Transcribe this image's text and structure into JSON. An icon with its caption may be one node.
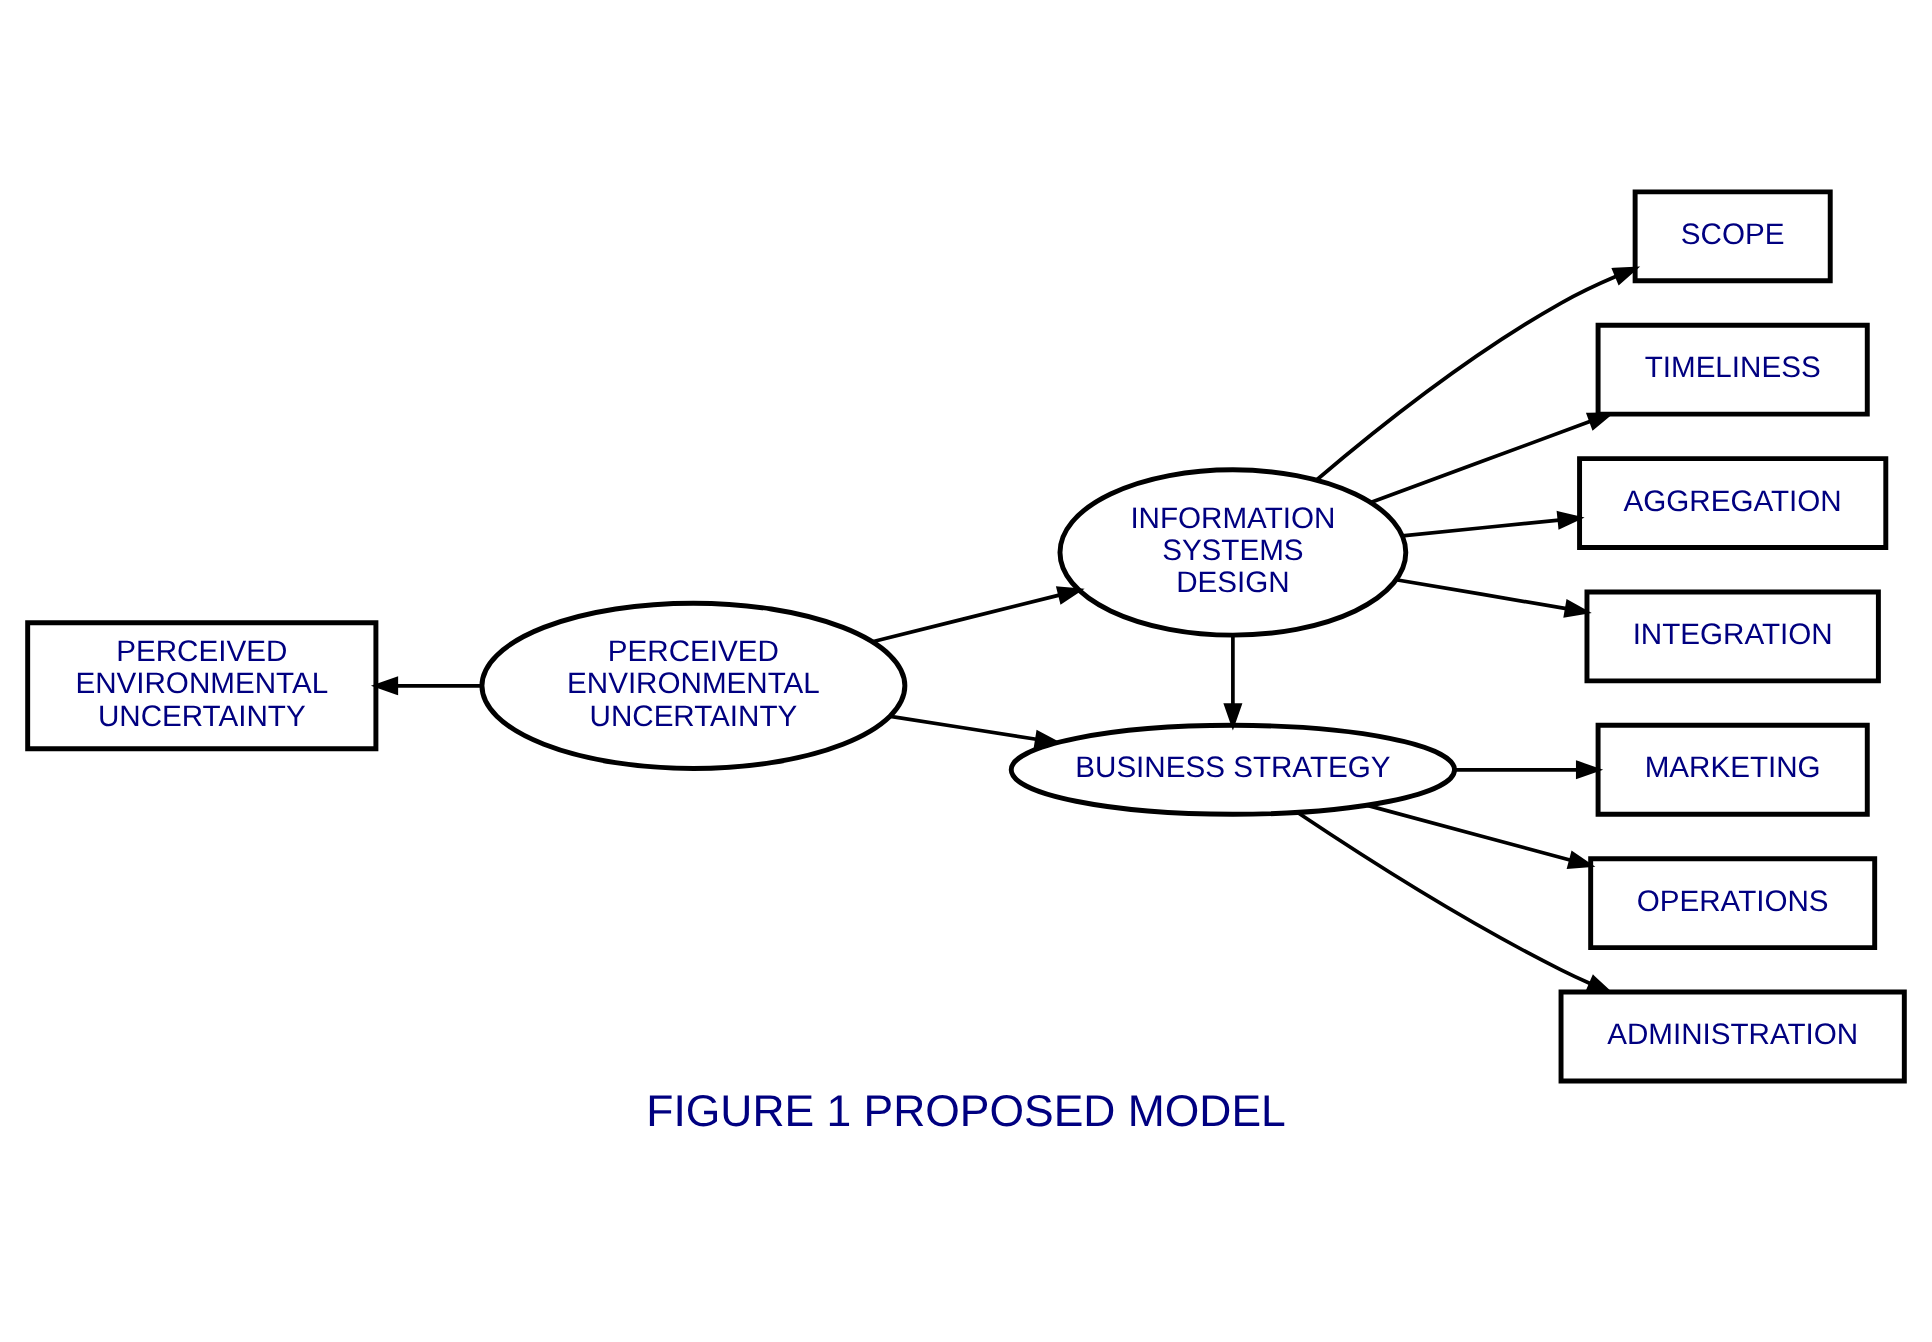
{
  "diagram": {
    "caption": "FIGURE 1 PROPOSED MODEL",
    "nodes": [
      {
        "text": [
          "PERCEIVED ENVIRONMENTAL UNCERTAINTY"
        ]
      },
      {
        "text": [
          "PERCEIVED ENVIRONMENTAL UNCERTAINTY"
        ]
      },
      {
        "text": [
          "INFORMATION SYSTEMS DESIGN"
        ]
      },
      {
        "text": [
          "BUSINESS STRATEGY"
        ]
      },
      {
        "text": [
          "SCOPE"
        ]
      },
      {
        "text": [
          "TIMELINESS"
        ]
      },
      {
        "text": [
          "AGGREGATION"
        ]
      },
      {
        "text": [
          "INTEGRATION"
        ]
      },
      {
        "text": [
          "MARKETING"
        ]
      },
      {
        "text": [
          "OPERATIONS"
        ]
      },
      {
        "text": [
          "ADMINISTRATION"
        ]
      }
    ],
    "edges": [
      {
        "from": 1,
        "to": 0,
        "arrow": "to"
      },
      {
        "from": 1,
        "to": 2,
        "arrow": "to"
      },
      {
        "from": 1,
        "to": 3,
        "arrow": "to"
      },
      {
        "from": 2,
        "to": 3,
        "arrow": "to"
      },
      {
        "from": 2,
        "to": 4,
        "arrow": "to"
      },
      {
        "from": 2,
        "to": 5,
        "arrow": "to"
      },
      {
        "from": 2,
        "to": 6,
        "arrow": "to"
      },
      {
        "from": 2,
        "to": 7,
        "arrow": "to"
      },
      {
        "from": 3,
        "to": 8,
        "arrow": "to"
      },
      {
        "from": 3,
        "to": 9,
        "arrow": "to"
      },
      {
        "from": 3,
        "to": 10,
        "arrow": "to"
      }
    ]
  }
}
